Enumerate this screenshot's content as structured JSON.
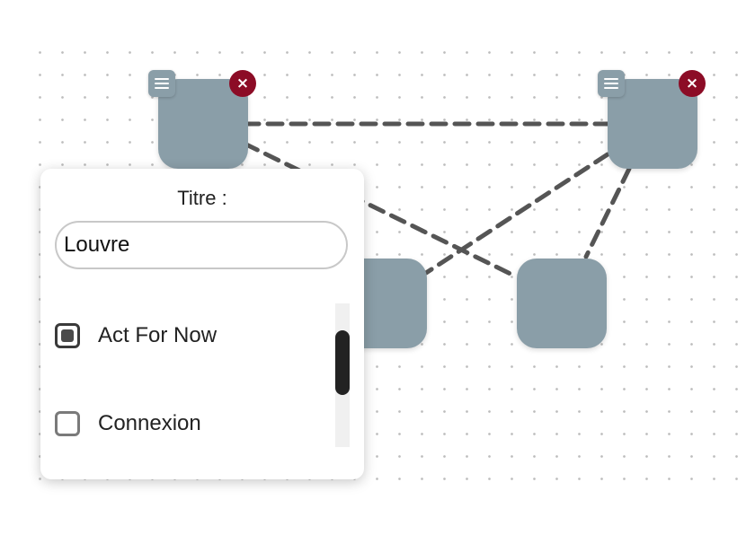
{
  "colors": {
    "node": "#8a9ea8",
    "close": "#8c0c26",
    "edge": "#555555"
  },
  "icons": {
    "menu": "hamburger-icon",
    "close": "close-icon",
    "close_glyph": "×"
  },
  "panel": {
    "title": "Titre :",
    "input_value": "Louvre",
    "items": [
      {
        "label": "Act For Now",
        "checked": true
      },
      {
        "label": "Connexion",
        "checked": false
      }
    ]
  }
}
